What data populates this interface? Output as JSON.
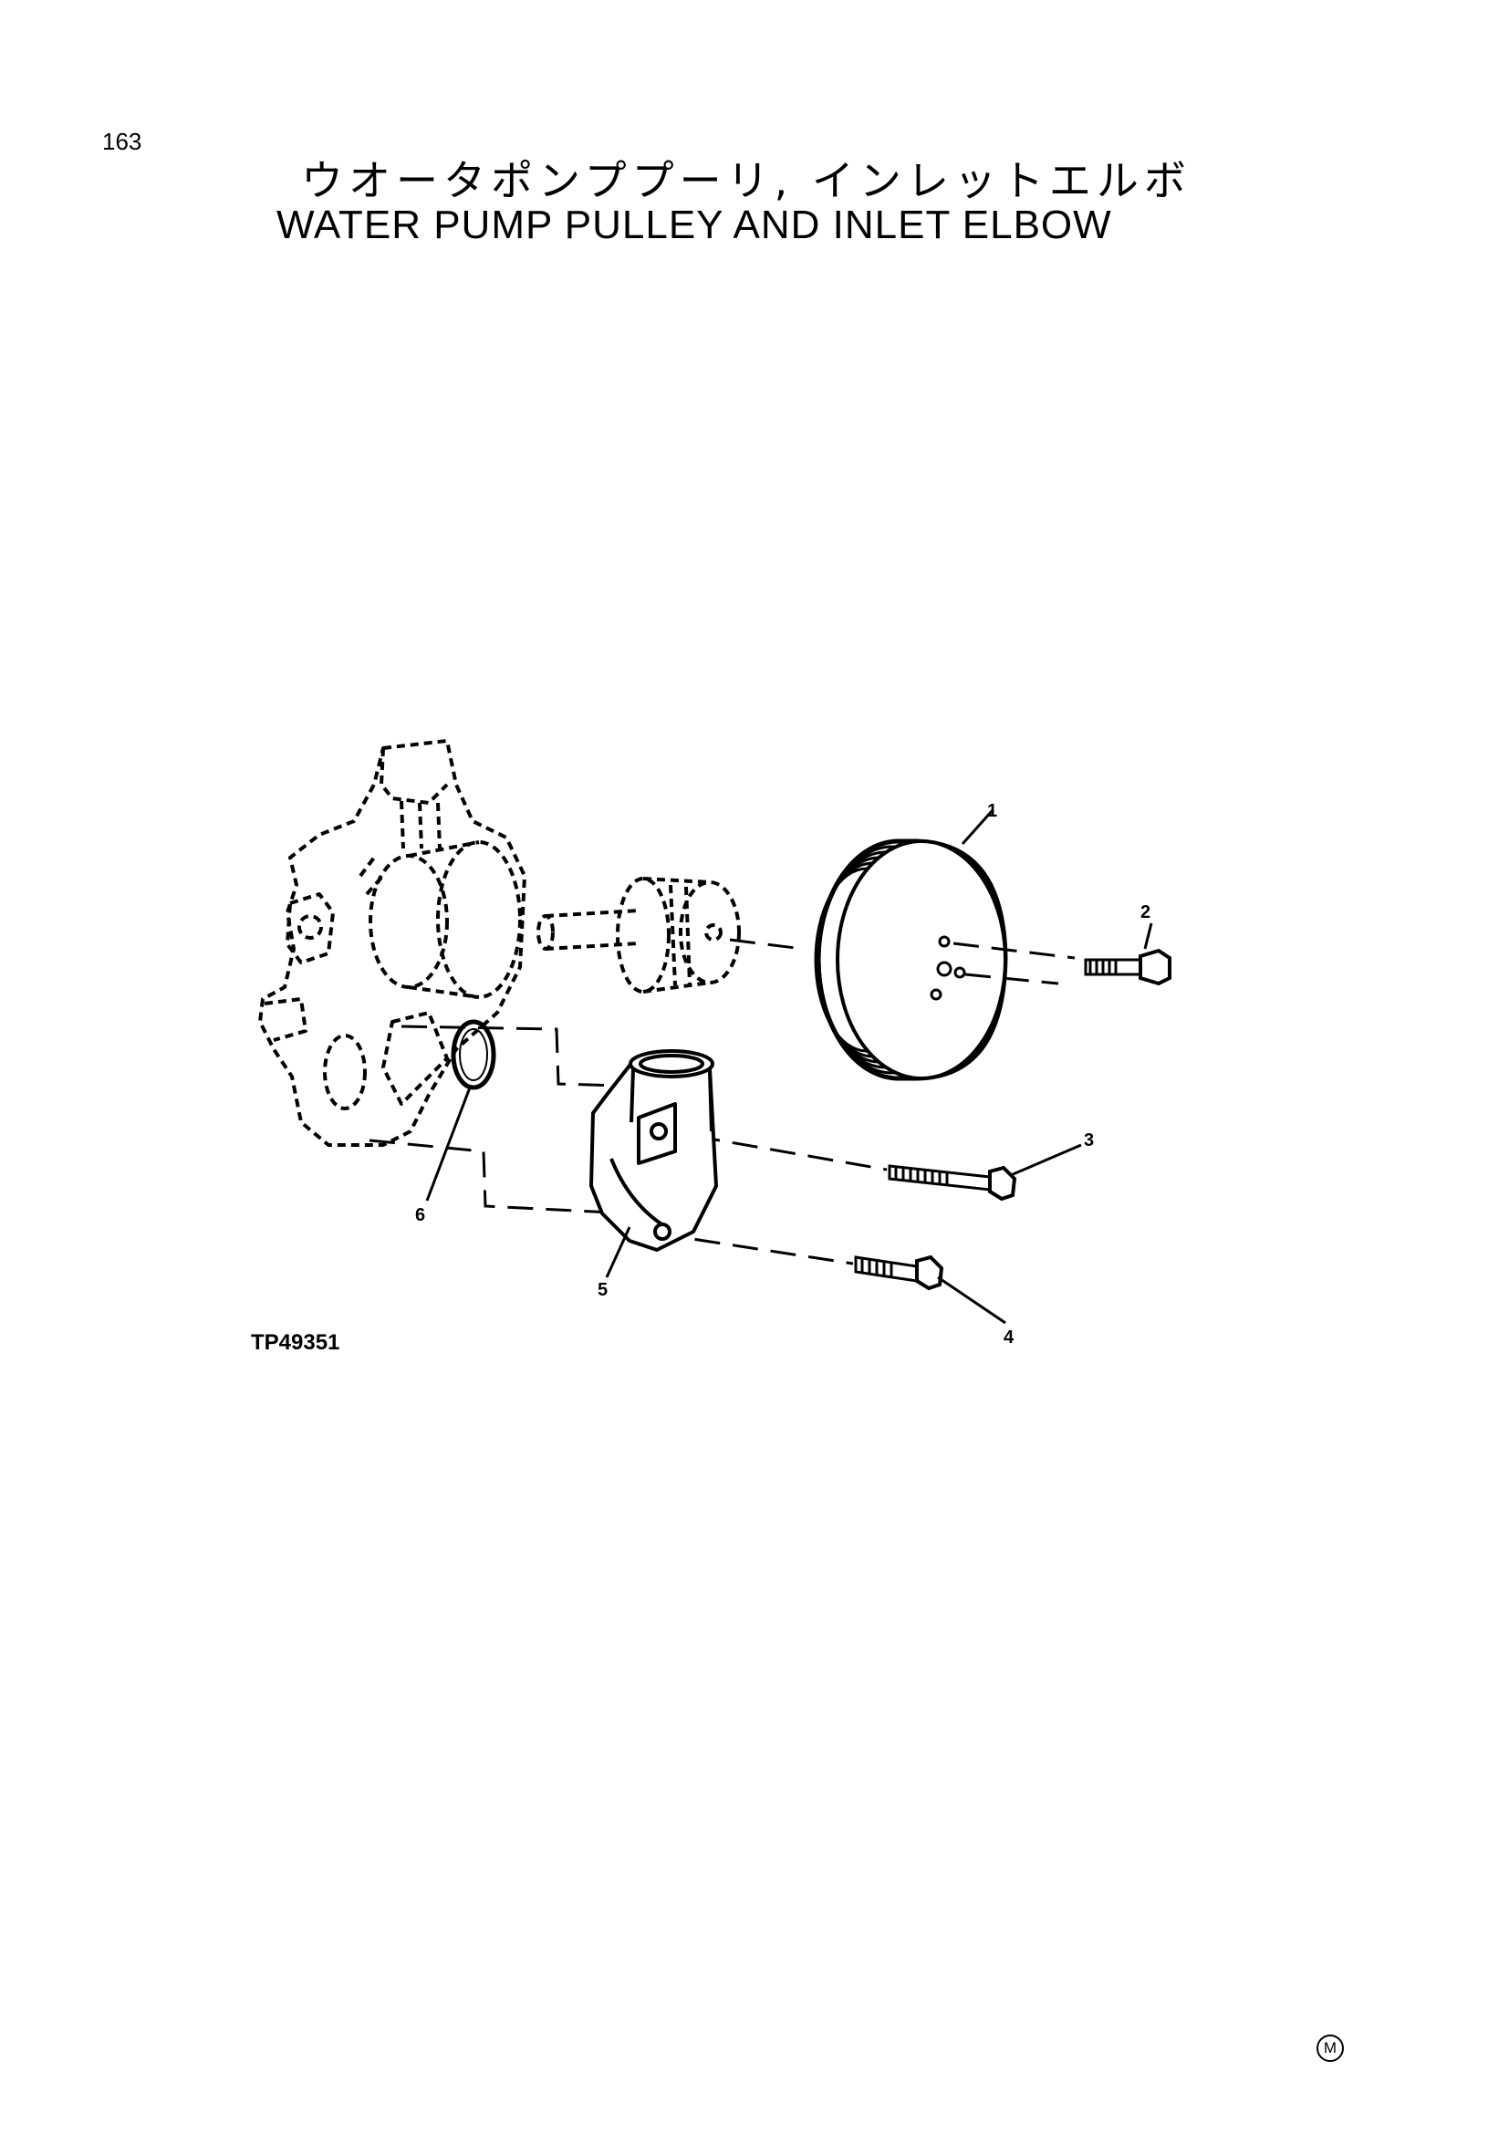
{
  "page_number": "163",
  "title_jp": "ウオータポンププーリ, インレットエルボ",
  "title_en": "WATER PUMP PULLEY AND INLET ELBOW",
  "figure_ref": "TP49351",
  "corner_mark": "M",
  "callouts": [
    {
      "id": "1",
      "label": "1"
    },
    {
      "id": "2",
      "label": "2"
    },
    {
      "id": "3",
      "label": "3"
    },
    {
      "id": "4",
      "label": "4"
    },
    {
      "id": "5",
      "label": "5"
    },
    {
      "id": "6",
      "label": "6"
    }
  ]
}
